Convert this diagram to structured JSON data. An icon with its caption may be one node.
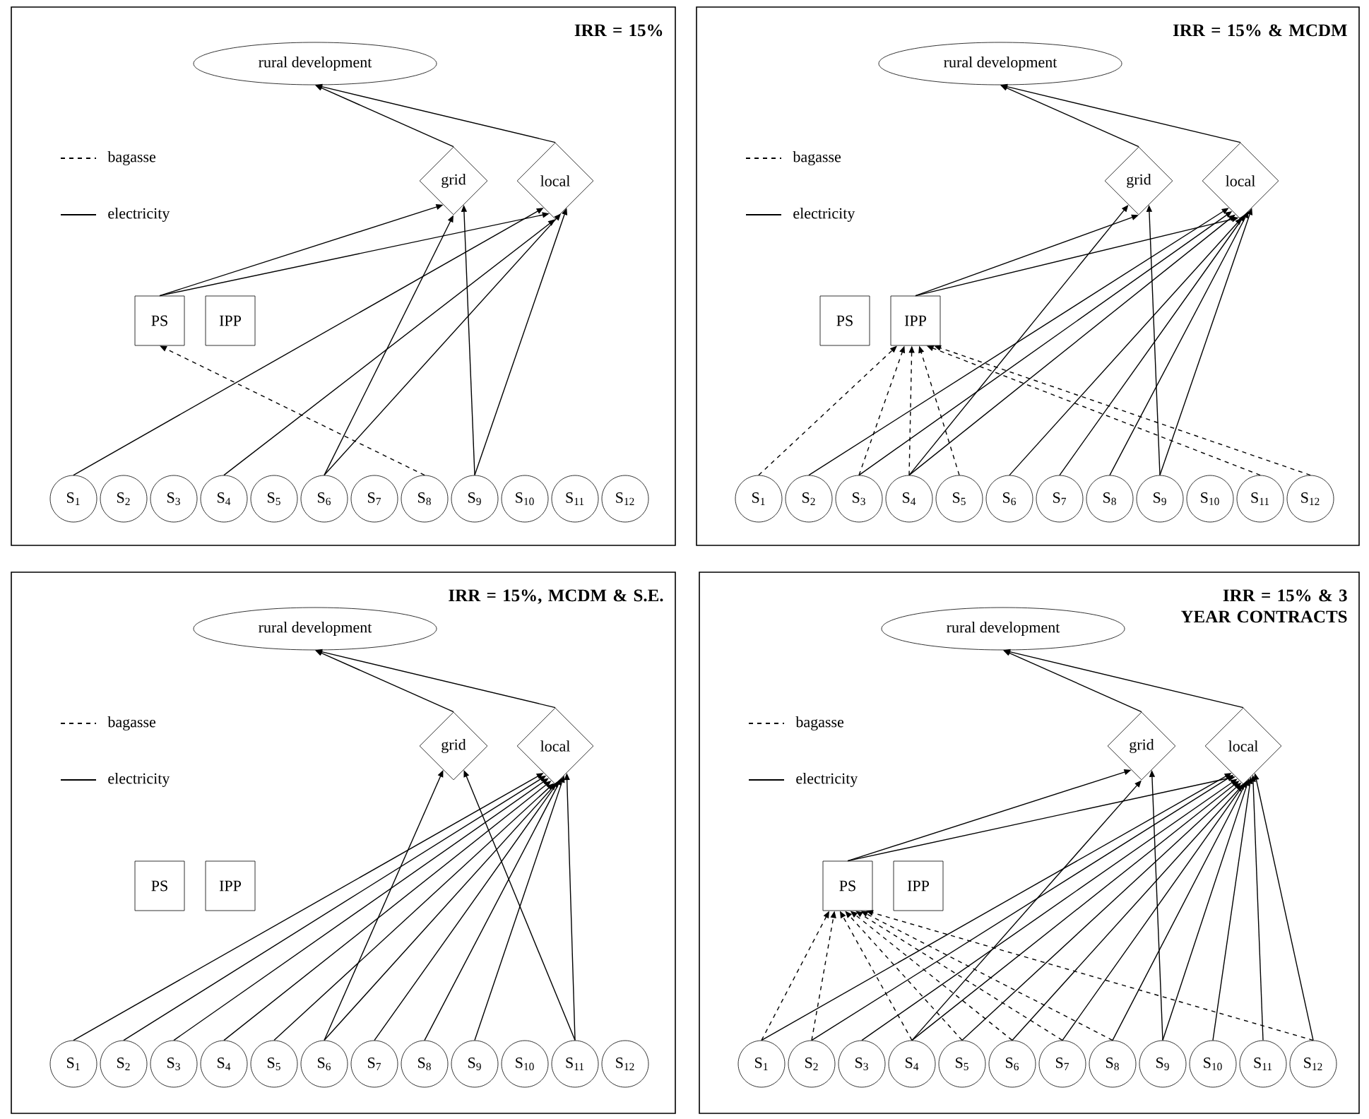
{
  "diagram": {
    "nodes": [
      {
        "text": [
          "IRR = 15%"
        ]
      },
      {
        "text": [
          "rural development"
        ],
        "in": 0
      },
      {
        "text": [
          "grid"
        ],
        "in": 0
      },
      {
        "text": [
          "local"
        ],
        "in": 0
      },
      {
        "text": [
          "PS"
        ],
        "in": 0
      },
      {
        "text": [
          "IPP"
        ],
        "in": 0
      },
      {
        "text": [
          "S$_{1}$"
        ],
        "in": 0
      },
      {
        "text": [
          "S$_{2}$"
        ],
        "in": 0
      },
      {
        "text": [
          "S$_{3}$"
        ],
        "in": 0
      },
      {
        "text": [
          "S$_{4}$"
        ],
        "in": 0
      },
      {
        "text": [
          "S$_{5}$"
        ],
        "in": 0
      },
      {
        "text": [
          "S$_{6}$"
        ],
        "in": 0
      },
      {
        "text": [
          "S$_{7}$"
        ],
        "in": 0
      },
      {
        "text": [
          "S$_{8}$"
        ],
        "in": 0
      },
      {
        "text": [
          "S$_{9}$"
        ],
        "in": 0
      },
      {
        "text": [
          "S$_{10}$"
        ],
        "in": 0
      },
      {
        "text": [
          "S$_{11}$"
        ],
        "in": 0
      },
      {
        "text": [
          "S$_{12}$"
        ],
        "in": 0
      },
      {
        "text": [
          "IRR = 15% & MCDM"
        ]
      },
      {
        "text": [
          "rural development"
        ],
        "in": 18
      },
      {
        "text": [
          "grid"
        ],
        "in": 18
      },
      {
        "text": [
          "local"
        ],
        "in": 18
      },
      {
        "text": [
          "PS"
        ],
        "in": 18
      },
      {
        "text": [
          "IPP"
        ],
        "in": 18
      },
      {
        "text": [
          "S$_{1}$"
        ],
        "in": 18
      },
      {
        "text": [
          "S$_{2}$"
        ],
        "in": 18
      },
      {
        "text": [
          "S$_{3}$"
        ],
        "in": 18
      },
      {
        "text": [
          "S$_{4}$"
        ],
        "in": 18
      },
      {
        "text": [
          "S$_{5}$"
        ],
        "in": 18
      },
      {
        "text": [
          "S$_{6}$"
        ],
        "in": 18
      },
      {
        "text": [
          "S$_{7}$"
        ],
        "in": 18
      },
      {
        "text": [
          "S$_{8}$"
        ],
        "in": 18
      },
      {
        "text": [
          "S$_{9}$"
        ],
        "in": 18
      },
      {
        "text": [
          "S$_{10}$"
        ],
        "in": 18
      },
      {
        "text": [
          "S$_{11}$"
        ],
        "in": 18
      },
      {
        "text": [
          "S$_{12}$"
        ],
        "in": 18
      },
      {
        "text": [
          "IRR = 15%, MCDM & S.E."
        ]
      },
      {
        "text": [
          "rural development"
        ],
        "in": 36
      },
      {
        "text": [
          "grid"
        ],
        "in": 36
      },
      {
        "text": [
          "local"
        ],
        "in": 36
      },
      {
        "text": [
          "PS"
        ],
        "in": 36
      },
      {
        "text": [
          "IPP"
        ],
        "in": 36
      },
      {
        "text": [
          "S$_{1}$"
        ],
        "in": 36
      },
      {
        "text": [
          "S$_{2}$"
        ],
        "in": 36
      },
      {
        "text": [
          "S$_{3}$"
        ],
        "in": 36
      },
      {
        "text": [
          "S$_{4}$"
        ],
        "in": 36
      },
      {
        "text": [
          "S$_{5}$"
        ],
        "in": 36
      },
      {
        "text": [
          "S$_{6}$"
        ],
        "in": 36
      },
      {
        "text": [
          "S$_{7}$"
        ],
        "in": 36
      },
      {
        "text": [
          "S$_{8}$"
        ],
        "in": 36
      },
      {
        "text": [
          "S$_{9}$"
        ],
        "in": 36
      },
      {
        "text": [
          "S$_{10}$"
        ],
        "in": 36
      },
      {
        "text": [
          "S$_{11}$"
        ],
        "in": 36
      },
      {
        "text": [
          "S$_{12}$"
        ],
        "in": 36
      },
      {
        "text": [
          "IRR = 15% & 3 YEAR CONTRACTS"
        ]
      },
      {
        "text": [
          "rural development"
        ],
        "in": 54
      },
      {
        "text": [
          "grid"
        ],
        "in": 54
      },
      {
        "text": [
          "local"
        ],
        "in": 54
      },
      {
        "text": [
          "PS"
        ],
        "in": 54
      },
      {
        "text": [
          "IPP"
        ],
        "in": 54
      },
      {
        "text": [
          "S$_{1}$"
        ],
        "in": 54
      },
      {
        "text": [
          "S$_{2}$"
        ],
        "in": 54
      },
      {
        "text": [
          "S$_{3}$"
        ],
        "in": 54
      },
      {
        "text": [
          "S$_{4}$"
        ],
        "in": 54
      },
      {
        "text": [
          "S$_{5}$"
        ],
        "in": 54
      },
      {
        "text": [
          "S$_{6}$"
        ],
        "in": 54
      },
      {
        "text": [
          "S$_{7}$"
        ],
        "in": 54
      },
      {
        "text": [
          "S$_{8}$"
        ],
        "in": 54
      },
      {
        "text": [
          "S$_{9}$"
        ],
        "in": 54
      },
      {
        "text": [
          "S$_{10}$"
        ],
        "in": 54
      },
      {
        "text": [
          "S$_{11}$"
        ],
        "in": 54
      },
      {
        "text": [
          "S$_{12}$"
        ],
        "in": 54
      }
    ],
    "edges": [
      {
        "from": 2,
        "to": 1,
        "arrow": "to"
      },
      {
        "from": 3,
        "to": 1,
        "arrow": "to"
      },
      {
        "from": 4,
        "to": 2,
        "arrow": "to"
      },
      {
        "from": 4,
        "to": 3,
        "arrow": "to"
      },
      {
        "from": 6,
        "to": 3,
        "arrow": "to"
      },
      {
        "from": 9,
        "to": 3,
        "arrow": "to"
      },
      {
        "from": 11,
        "to": 2,
        "arrow": "to"
      },
      {
        "from": 11,
        "to": 3,
        "arrow": "to"
      },
      {
        "from": 14,
        "to": 2,
        "arrow": "to"
      },
      {
        "from": 14,
        "to": 3,
        "arrow": "to"
      },
      {
        "from": 13,
        "to": 4,
        "arrow": "to",
        "style": "dashed"
      },
      {
        "from": 20,
        "to": 19,
        "arrow": "to"
      },
      {
        "from": 21,
        "to": 19,
        "arrow": "to"
      },
      {
        "from": 23,
        "to": 20,
        "arrow": "to"
      },
      {
        "from": 23,
        "to": 21,
        "arrow": "to"
      },
      {
        "from": 24,
        "to": 23,
        "arrow": "to",
        "style": "dashed"
      },
      {
        "from": 26,
        "to": 23,
        "arrow": "to",
        "style": "dashed"
      },
      {
        "from": 27,
        "to": 23,
        "arrow": "to",
        "style": "dashed"
      },
      {
        "from": 28,
        "to": 23,
        "arrow": "to",
        "style": "dashed"
      },
      {
        "from": 34,
        "to": 23,
        "arrow": "to",
        "style": "dashed"
      },
      {
        "from": 35,
        "to": 23,
        "arrow": "to",
        "style": "dashed"
      },
      {
        "from": 27,
        "to": 20,
        "arrow": "to"
      },
      {
        "from": 32,
        "to": 20,
        "arrow": "to"
      },
      {
        "from": 25,
        "to": 21,
        "arrow": "to"
      },
      {
        "from": 26,
        "to": 21,
        "arrow": "to"
      },
      {
        "from": 27,
        "to": 21,
        "arrow": "to"
      },
      {
        "from": 29,
        "to": 21,
        "arrow": "to"
      },
      {
        "from": 30,
        "to": 21,
        "arrow": "to"
      },
      {
        "from": 31,
        "to": 21,
        "arrow": "to"
      },
      {
        "from": 32,
        "to": 21,
        "arrow": "to"
      },
      {
        "from": 38,
        "to": 37,
        "arrow": "to"
      },
      {
        "from": 39,
        "to": 37,
        "arrow": "to"
      },
      {
        "from": 47,
        "to": 38,
        "arrow": "to"
      },
      {
        "from": 52,
        "to": 38,
        "arrow": "to"
      },
      {
        "from": 42,
        "to": 39,
        "arrow": "to"
      },
      {
        "from": 43,
        "to": 39,
        "arrow": "to"
      },
      {
        "from": 44,
        "to": 39,
        "arrow": "to"
      },
      {
        "from": 45,
        "to": 39,
        "arrow": "to"
      },
      {
        "from": 46,
        "to": 39,
        "arrow": "to"
      },
      {
        "from": 47,
        "to": 39,
        "arrow": "to"
      },
      {
        "from": 48,
        "to": 39,
        "arrow": "to"
      },
      {
        "from": 49,
        "to": 39,
        "arrow": "to"
      },
      {
        "from": 50,
        "to": 39,
        "arrow": "to"
      },
      {
        "from": 52,
        "to": 39,
        "arrow": "to"
      },
      {
        "from": 56,
        "to": 55,
        "arrow": "to"
      },
      {
        "from": 57,
        "to": 55,
        "arrow": "to"
      },
      {
        "from": 58,
        "to": 56,
        "arrow": "to"
      },
      {
        "from": 58,
        "to": 57,
        "arrow": "to"
      },
      {
        "from": 60,
        "to": 58,
        "arrow": "to",
        "style": "dashed"
      },
      {
        "from": 61,
        "to": 58,
        "arrow": "to",
        "style": "dashed"
      },
      {
        "from": 63,
        "to": 58,
        "arrow": "to",
        "style": "dashed"
      },
      {
        "from": 64,
        "to": 58,
        "arrow": "to",
        "style": "dashed"
      },
      {
        "from": 65,
        "to": 58,
        "arrow": "to",
        "style": "dashed"
      },
      {
        "from": 66,
        "to": 58,
        "arrow": "to",
        "style": "dashed"
      },
      {
        "from": 67,
        "to": 58,
        "arrow": "to",
        "style": "dashed"
      },
      {
        "from": 71,
        "to": 58,
        "arrow": "to",
        "style": "dashed"
      },
      {
        "from": 63,
        "to": 56,
        "arrow": "to"
      },
      {
        "from": 68,
        "to": 56,
        "arrow": "to"
      },
      {
        "from": 60,
        "to": 57,
        "arrow": "to"
      },
      {
        "from": 61,
        "to": 57,
        "arrow": "to"
      },
      {
        "from": 62,
        "to": 57,
        "arrow": "to"
      },
      {
        "from": 63,
        "to": 57,
        "arrow": "to"
      },
      {
        "from": 64,
        "to": 57,
        "arrow": "to"
      },
      {
        "from": 65,
        "to": 57,
        "arrow": "to"
      },
      {
        "from": 66,
        "to": 57,
        "arrow": "to"
      },
      {
        "from": 67,
        "to": 57,
        "arrow": "to"
      },
      {
        "from": 68,
        "to": 57,
        "arrow": "to"
      },
      {
        "from": 69,
        "to": 57,
        "arrow": "to"
      },
      {
        "from": 70,
        "to": 57,
        "arrow": "to"
      },
      {
        "from": 71,
        "to": 57,
        "arrow": "to"
      }
    ],
    "legend": [
      {
        "text": "bagasse"
      },
      {
        "text": "electricity"
      },
      {
        "text": "bagasse"
      },
      {
        "text": "electricity"
      },
      {
        "text": "bagasse"
      },
      {
        "text": "electricity"
      },
      {
        "text": "bagasse"
      },
      {
        "text": "electricity"
      }
    ]
  }
}
